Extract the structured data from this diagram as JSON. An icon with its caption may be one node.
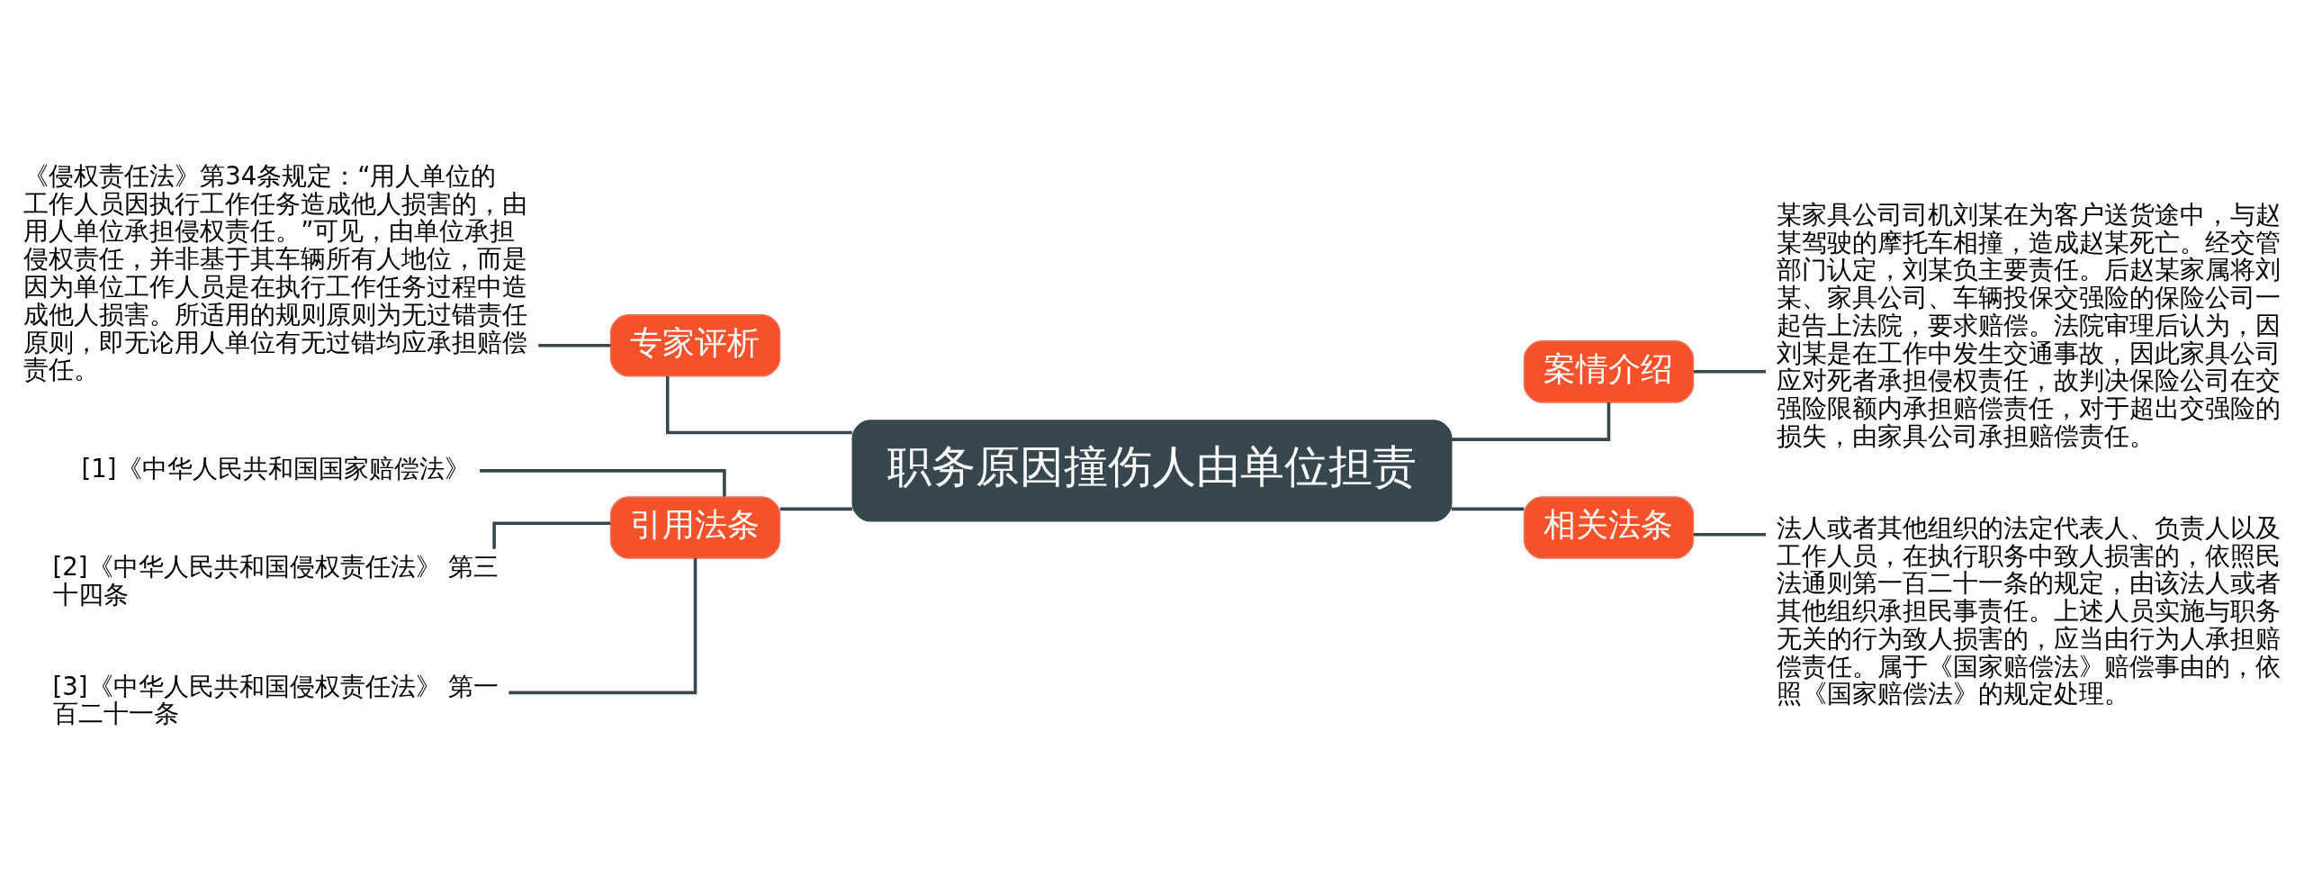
{
  "diagram": {
    "nodes": [
      {
        "text": [
          "职务原因撞伤人由单位担责"
        ]
      },
      {
        "text": [
          "专家评析"
        ]
      },
      {
        "text": [
          "《侵权责任法》第34条规定：“用人单位的工作人员因执行工作任务造成他人损害的，由用人单位承担侵权责任。”可见，由单位承担侵权责任，并非基于其车辆所有人地位，而是因为单位工作人员是在执行工作任务过程中造成他人损害。所适用的规则原则为无过错责任原则，即无论用人单位有无过错均应承担赔偿责任。"
        ]
      },
      {
        "text": [
          "引用法条"
        ]
      },
      {
        "text": [
          "[1]《中华人民共和国国家赔偿法》"
        ]
      },
      {
        "text": [
          "[2]《中华人民共和国侵权责任法》 第三十四条"
        ]
      },
      {
        "text": [
          "[3]《中华人民共和国侵权责任法》 第一百二十一条"
        ]
      },
      {
        "text": [
          "案情介绍"
        ]
      },
      {
        "text": [
          "某家具公司司机刘某在为客户送货途中，与赵某驾驶的摩托车相撞，造成赵某死亡。经交管部门认定，刘某负主要责任。后赵某家属将刘某、家具公司、车辆投保交强险的保险公司一起告上法院，要求赔偿。法院审理后认为，因刘某是在工作中发生交通事故，因此家具公司应对死者承担侵权责任，故判决保险公司在交强险限额内承担赔偿责任，对于超出交强险的损失，由家具公司承担赔偿责任。"
        ]
      },
      {
        "text": [
          "相关法条"
        ]
      },
      {
        "text": [
          "法人或者其他组织的法定代表人、负责人以及工作人员，在执行职务中致人损害的，依照民法通则第一百二十一条的规定，由该法人或者其他组织承担民事责任。上述人员实施与职务无关的行为致人损害的，应当由行为人承担赔偿责任。属于《国家赔偿法》赔偿事由的，依照《国家赔偿法》的规定处理。"
        ]
      }
    ],
    "edges": [
      {
        "from": 0,
        "to": 1,
        "arrow": "none"
      },
      {
        "from": 1,
        "to": 2,
        "arrow": "none"
      },
      {
        "from": 0,
        "to": 3,
        "arrow": "none"
      },
      {
        "from": 3,
        "to": 4,
        "arrow": "none"
      },
      {
        "from": 3,
        "to": 5,
        "arrow": "none"
      },
      {
        "from": 3,
        "to": 6,
        "arrow": "none"
      },
      {
        "from": 0,
        "to": 7,
        "arrow": "none"
      },
      {
        "from": 7,
        "to": 8,
        "arrow": "none"
      },
      {
        "from": 0,
        "to": 9,
        "arrow": "none"
      },
      {
        "from": 9,
        "to": 10,
        "arrow": "none"
      }
    ]
  }
}
